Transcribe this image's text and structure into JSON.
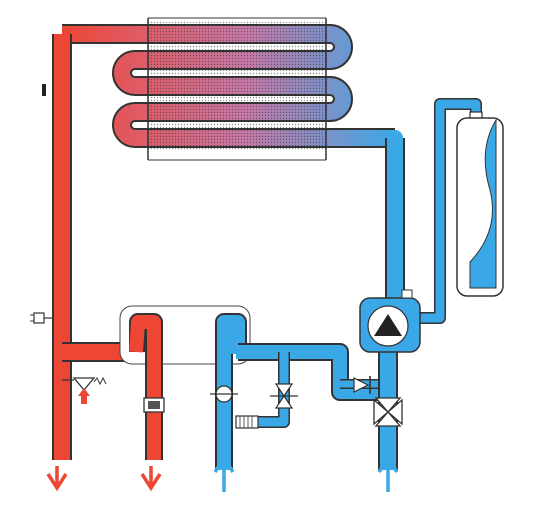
{
  "diagram": {
    "description_visible_text": [],
    "colors": {
      "hot": "#ee4635",
      "cold": "#3aa8e6",
      "outline": "#2b2b2b",
      "background": "#ffffff",
      "expansion_water": "#3aa8e6"
    },
    "components": [
      {
        "name": "heat-exchanger",
        "icon": "finned-coil-icon"
      },
      {
        "name": "expansion-vessel",
        "icon": "tank-icon"
      },
      {
        "name": "circulation-pump",
        "icon": "pump-icon"
      },
      {
        "name": "plate-heat-exchanger",
        "icon": "rounded-box-icon"
      },
      {
        "name": "safety-valve",
        "icon": "relief-valve-icon"
      },
      {
        "name": "three-way-valve",
        "icon": "three-way-valve-icon"
      },
      {
        "name": "flow-switch",
        "icon": "circle-valve-icon"
      },
      {
        "name": "filter",
        "icon": "strainer-icon"
      },
      {
        "name": "fill-valve",
        "icon": "gate-valve-icon"
      },
      {
        "name": "check-valve",
        "icon": "check-valve-icon"
      },
      {
        "name": "temperature-sensor",
        "icon": "plug-sensor-icon"
      },
      {
        "name": "flow-meter",
        "icon": "meter-icon"
      }
    ],
    "flows": [
      {
        "name": "heating-outlet",
        "direction": "down",
        "color": "hot"
      },
      {
        "name": "dhw-outlet",
        "direction": "down",
        "color": "hot"
      },
      {
        "name": "cold-water-inlet",
        "direction": "up",
        "color": "cold"
      },
      {
        "name": "heating-return-inlet",
        "direction": "up",
        "color": "cold"
      }
    ]
  }
}
